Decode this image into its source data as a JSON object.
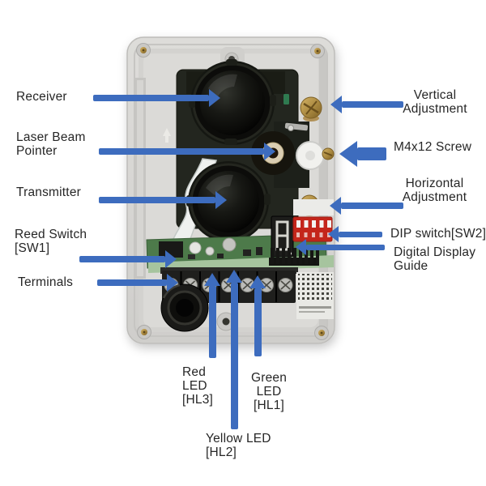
{
  "colors": {
    "arrow": "#3d6cbe",
    "text": "#262626",
    "bg": "#ffffff",
    "dip_switch_red": "#c4261b",
    "pcb_green": "#4d7a4a",
    "brass": "#a9883f",
    "enclosure_gray": "#d7d6d3"
  },
  "labels": {
    "receiver": {
      "lines": [
        "Receiver"
      ]
    },
    "laser_beam_pointer": {
      "lines": [
        "Laser Beam",
        "Pointer"
      ]
    },
    "transmitter": {
      "lines": [
        "Transmitter"
      ]
    },
    "reed_switch": {
      "lines": [
        "Reed Switch",
        "[SW1]"
      ]
    },
    "terminals": {
      "lines": [
        "Terminals"
      ]
    },
    "vertical_adjustment": {
      "lines": [
        "Vertical",
        "Adjustment"
      ]
    },
    "m4x12_screw": {
      "lines": [
        "M4x12 Screw"
      ]
    },
    "horizontal_adjustment": {
      "lines": [
        "Horizontal",
        "Adjustment"
      ]
    },
    "dip_switch_sw2": {
      "lines": [
        "DIP switch[SW2]"
      ]
    },
    "digital_display_guide": {
      "lines": [
        "Digital Display",
        "Guide"
      ]
    },
    "red_led_hl3": {
      "lines": [
        "Red",
        "LED",
        "[HL3]"
      ]
    },
    "green_led_hl1": {
      "lines": [
        "Green",
        "LED",
        "[HL1]"
      ]
    },
    "yellow_led_hl2": {
      "lines": [
        "Yellow LED",
        "[HL2]"
      ]
    }
  },
  "device": {
    "parts": [
      "enclosure",
      "corner-screw",
      "mounting-hole",
      "receiver-lens",
      "laser-beam-pointer-port",
      "transmitter-lens",
      "ribbon-cable",
      "vertical-adjustment-screw",
      "m4x12-screw-dial",
      "horizontal-adjustment-screw",
      "pcb",
      "seven-segment-display",
      "dip-switch",
      "pin-header",
      "terminal-block",
      "label-sticker",
      "cable-gland",
      "bottom-recess"
    ]
  }
}
